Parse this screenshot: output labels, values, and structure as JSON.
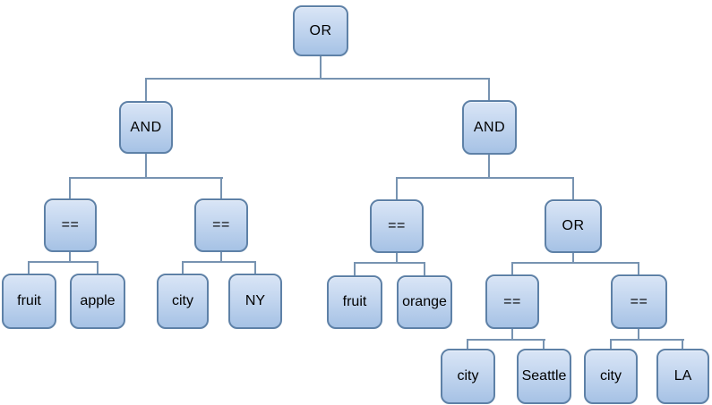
{
  "diagram": {
    "type": "expression-tree",
    "colors": {
      "background": "#ffffff",
      "node_fill_top": "#d9e5f6",
      "node_fill_bottom": "#a6c2e5",
      "node_border": "#5e81a7",
      "connector": "#7793b1",
      "text": "#000000"
    },
    "nodes": [
      {
        "id": "or-root",
        "label": "OR",
        "kind": "operator"
      },
      {
        "id": "and-left",
        "label": "AND",
        "kind": "operator"
      },
      {
        "id": "and-right",
        "label": "AND",
        "kind": "operator"
      },
      {
        "id": "eq-fruit-apple",
        "label": "==",
        "kind": "operator"
      },
      {
        "id": "eq-city-ny",
        "label": "==",
        "kind": "operator"
      },
      {
        "id": "eq-fruit-orange",
        "label": "==",
        "kind": "operator"
      },
      {
        "id": "or-inner",
        "label": "OR",
        "kind": "operator"
      },
      {
        "id": "leaf-fruit-1",
        "label": "fruit",
        "kind": "operand"
      },
      {
        "id": "leaf-apple",
        "label": "apple",
        "kind": "operand"
      },
      {
        "id": "leaf-city-1",
        "label": "city",
        "kind": "operand"
      },
      {
        "id": "leaf-ny",
        "label": "NY",
        "kind": "operand"
      },
      {
        "id": "leaf-fruit-2",
        "label": "fruit",
        "kind": "operand"
      },
      {
        "id": "leaf-orange",
        "label": "orange",
        "kind": "operand"
      },
      {
        "id": "eq-city-seattle",
        "label": "==",
        "kind": "operator"
      },
      {
        "id": "eq-city-la",
        "label": "==",
        "kind": "operator"
      },
      {
        "id": "leaf-city-2",
        "label": "city",
        "kind": "operand"
      },
      {
        "id": "leaf-seattle",
        "label": "Seattle",
        "kind": "operand"
      },
      {
        "id": "leaf-city-3",
        "label": "city",
        "kind": "operand"
      },
      {
        "id": "leaf-la",
        "label": "LA",
        "kind": "operand"
      }
    ],
    "tree": {
      "label": "OR",
      "children": [
        {
          "label": "AND",
          "children": [
            {
              "label": "==",
              "children": [
                {
                  "label": "fruit"
                },
                {
                  "label": "apple"
                }
              ]
            },
            {
              "label": "==",
              "children": [
                {
                  "label": "city"
                },
                {
                  "label": "NY"
                }
              ]
            }
          ]
        },
        {
          "label": "AND",
          "children": [
            {
              "label": "==",
              "children": [
                {
                  "label": "fruit"
                },
                {
                  "label": "orange"
                }
              ]
            },
            {
              "label": "OR",
              "children": [
                {
                  "label": "==",
                  "children": [
                    {
                      "label": "city"
                    },
                    {
                      "label": "Seattle"
                    }
                  ]
                },
                {
                  "label": "==",
                  "children": [
                    {
                      "label": "city"
                    },
                    {
                      "label": "LA"
                    }
                  ]
                }
              ]
            }
          ]
        }
      ]
    }
  }
}
